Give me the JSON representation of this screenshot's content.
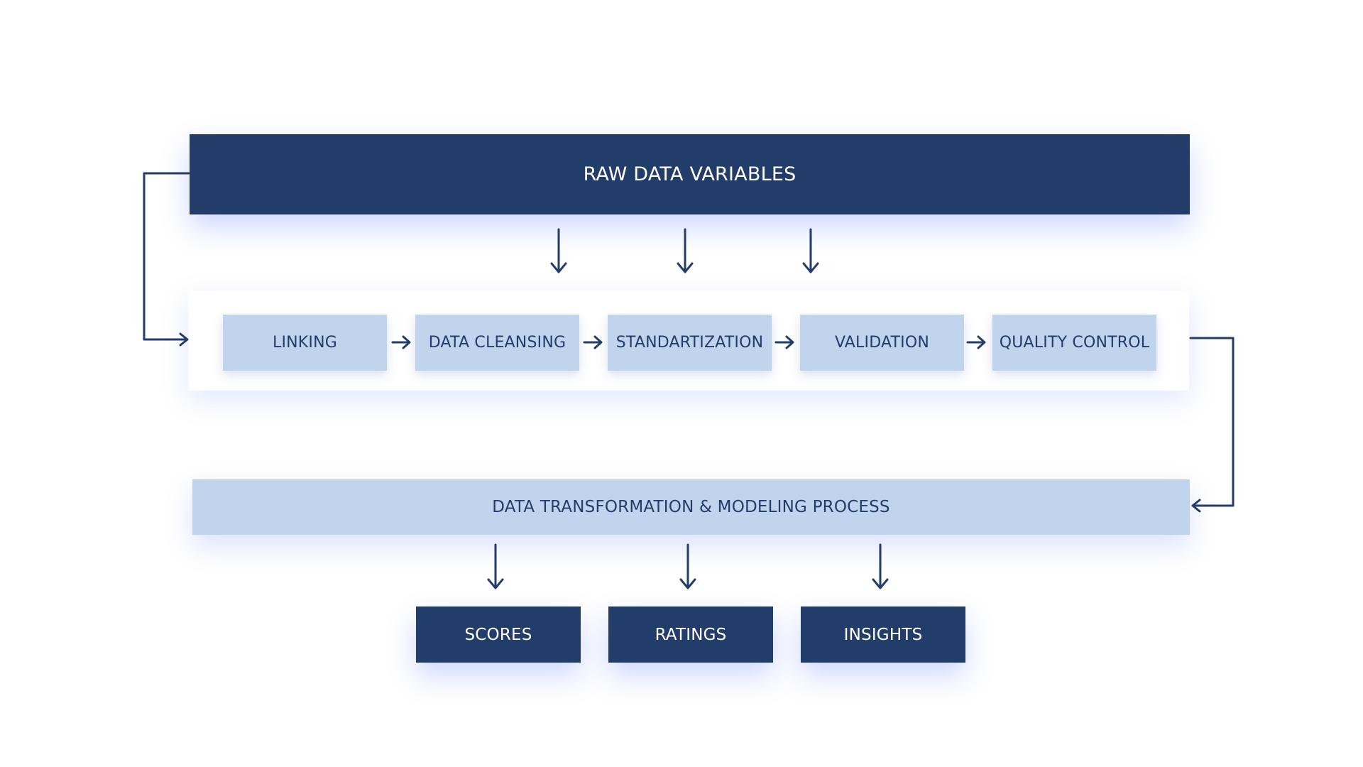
{
  "top": {
    "label": "RAW DATA VARIABLES"
  },
  "steps": [
    {
      "label": "LINKING"
    },
    {
      "label": "DATA CLEANSING"
    },
    {
      "label": "STANDARTIZATION"
    },
    {
      "label": "VALIDATION"
    },
    {
      "label": "QUALITY CONTROL"
    }
  ],
  "process": {
    "label": "DATA TRANSFORMATION & MODELING PROCESS"
  },
  "outputs": [
    {
      "label": "SCORES"
    },
    {
      "label": "RATINGS"
    },
    {
      "label": "INSIGHTS"
    }
  ],
  "colors": {
    "dark": "#233d6b",
    "light": "#c1d4ed",
    "shadow": "#506eff"
  }
}
